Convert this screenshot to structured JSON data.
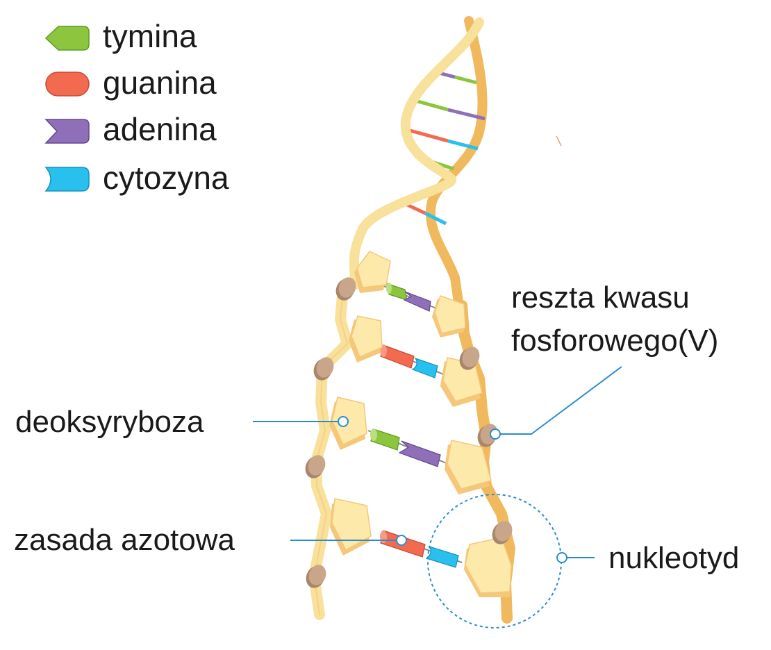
{
  "colors": {
    "thymine": "#8cc63f",
    "guanine": "#f26b50",
    "adenine": "#8e6fb8",
    "cytosine": "#29c0ee",
    "backbone_light": "#f8e19a",
    "backbone_dark": "#f0b95d",
    "sugar": "#fde9aa",
    "sugar_edge": "#f5c77a",
    "phosphate": "#c9a68a",
    "callout_line": "#2a8ccf"
  },
  "legend": [
    {
      "id": "thymine",
      "label": "tymina",
      "icon": "thymine-arrow-icon"
    },
    {
      "id": "guanine",
      "label": "guanina",
      "icon": "guanine-pill-icon"
    },
    {
      "id": "adenine",
      "label": "adenina",
      "icon": "adenine-notch-icon"
    },
    {
      "id": "cytosine",
      "label": "cytozyna",
      "icon": "cytosine-notch-icon"
    }
  ],
  "callouts": {
    "phosphate_line1": "reszta kwasu",
    "phosphate_line2": "fosforowego(V)",
    "sugar": "deoksyryboza",
    "base": "zasada azotowa",
    "nucleotide": "nukleotyd"
  }
}
